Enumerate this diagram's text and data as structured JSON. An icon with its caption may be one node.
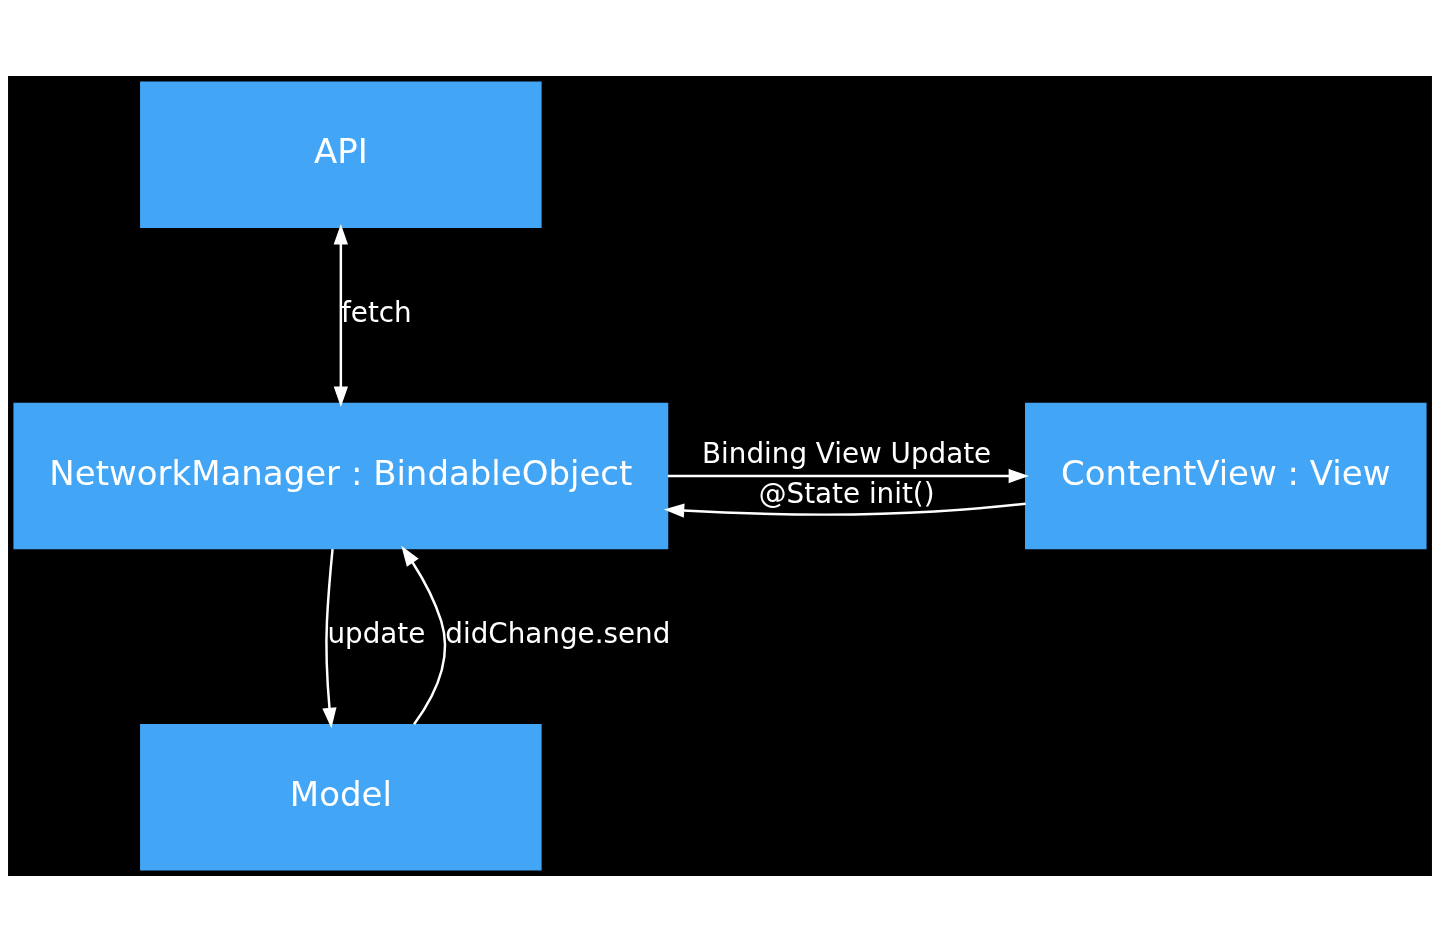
{
  "diagram": {
    "nodes": [
      {
        "text": [
          "API"
        ]
      },
      {
        "text": [
          "ContentView : View"
        ]
      },
      {
        "text": [
          "NetworkManager : BindableObject"
        ]
      },
      {
        "text": [
          "Model"
        ]
      }
    ],
    "edges": [
      {
        "from": 2,
        "to": 1,
        "arrow": "to",
        "label": "Binding View Update"
      },
      {
        "from": 1,
        "to": 2,
        "arrow": "to",
        "label": "@State init()"
      },
      {
        "from": 0,
        "to": 2,
        "arrow": "both",
        "label": "fetch"
      },
      {
        "from": 3,
        "to": 2,
        "arrow": "to",
        "label": "didChange.send"
      },
      {
        "from": 2,
        "to": 3,
        "arrow": "to",
        "label": "update"
      }
    ]
  }
}
